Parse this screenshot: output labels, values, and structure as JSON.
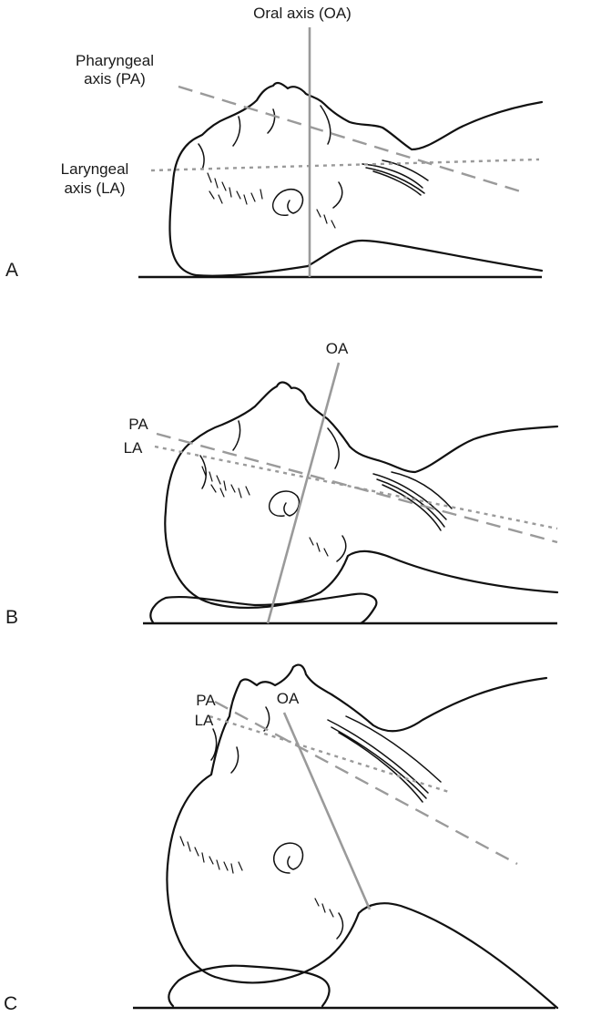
{
  "panels": [
    {
      "letter": "A",
      "labels": {
        "oral_axis": "Oral axis (OA)",
        "pharyngeal_axis_line1": "Pharyngeal",
        "pharyngeal_axis_line2": "axis (PA)",
        "laryngeal_axis_line1": "Laryngeal",
        "laryngeal_axis_line2": "axis (LA)"
      }
    },
    {
      "letter": "B",
      "labels": {
        "oral_axis": "OA",
        "pharyngeal_axis": "PA",
        "laryngeal_axis": "LA"
      }
    },
    {
      "letter": "C",
      "labels": {
        "oral_axis": "OA",
        "pharyngeal_axis": "PA",
        "laryngeal_axis": "LA"
      }
    }
  ],
  "colors": {
    "line_art": "#111111",
    "axis_lines": "#9a9a9a"
  },
  "line_styles": {
    "oral_axis": "solid",
    "pharyngeal_axis": "dashed",
    "laryngeal_axis": "dotted"
  }
}
